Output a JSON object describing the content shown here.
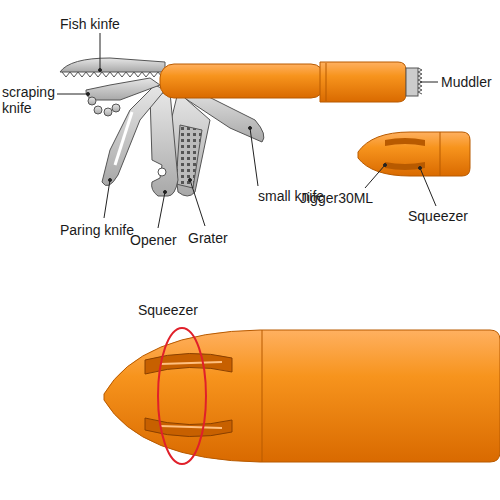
{
  "diagram": {
    "labels": [
      "Fish kinfe",
      "scraping knife",
      "Muddler",
      "Jigger30ML",
      "Squeezer",
      "Paring knife",
      "Opener",
      "Grater",
      "small knife",
      "Squeezer"
    ]
  }
}
